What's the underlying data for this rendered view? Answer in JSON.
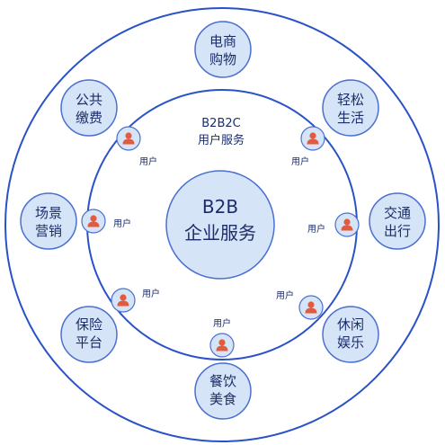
{
  "colors": {
    "ring_stroke": "#2a52c8",
    "node_fill": "#d6e4f7",
    "node_stroke": "#4a6fd0",
    "user_fill": "#e55a3c",
    "text": "#1b2d6b"
  },
  "center": {
    "line1": "B2B",
    "line2": "企业服务"
  },
  "middle_ring": {
    "line1": "B2B2C",
    "line2": "用户服务"
  },
  "scenarios": [
    {
      "line1": "电商",
      "line2": "购物"
    },
    {
      "line1": "轻松",
      "line2": "生活"
    },
    {
      "line1": "交通",
      "line2": "出行"
    },
    {
      "line1": "休闲",
      "line2": "娱乐"
    },
    {
      "line1": "餐饮",
      "line2": "美食"
    },
    {
      "line1": "保险",
      "line2": "平台"
    },
    {
      "line1": "场景",
      "line2": "营销"
    },
    {
      "line1": "公共",
      "line2": "缴费"
    }
  ],
  "users": [
    {
      "label": "用户",
      "icon": "user-icon"
    },
    {
      "label": "用户",
      "icon": "user-icon"
    },
    {
      "label": "用户",
      "icon": "user-icon"
    },
    {
      "label": "用户",
      "icon": "user-icon"
    },
    {
      "label": "用户",
      "icon": "user-icon"
    },
    {
      "label": "用户",
      "icon": "user-icon"
    },
    {
      "label": "用户",
      "icon": "user-icon"
    }
  ]
}
